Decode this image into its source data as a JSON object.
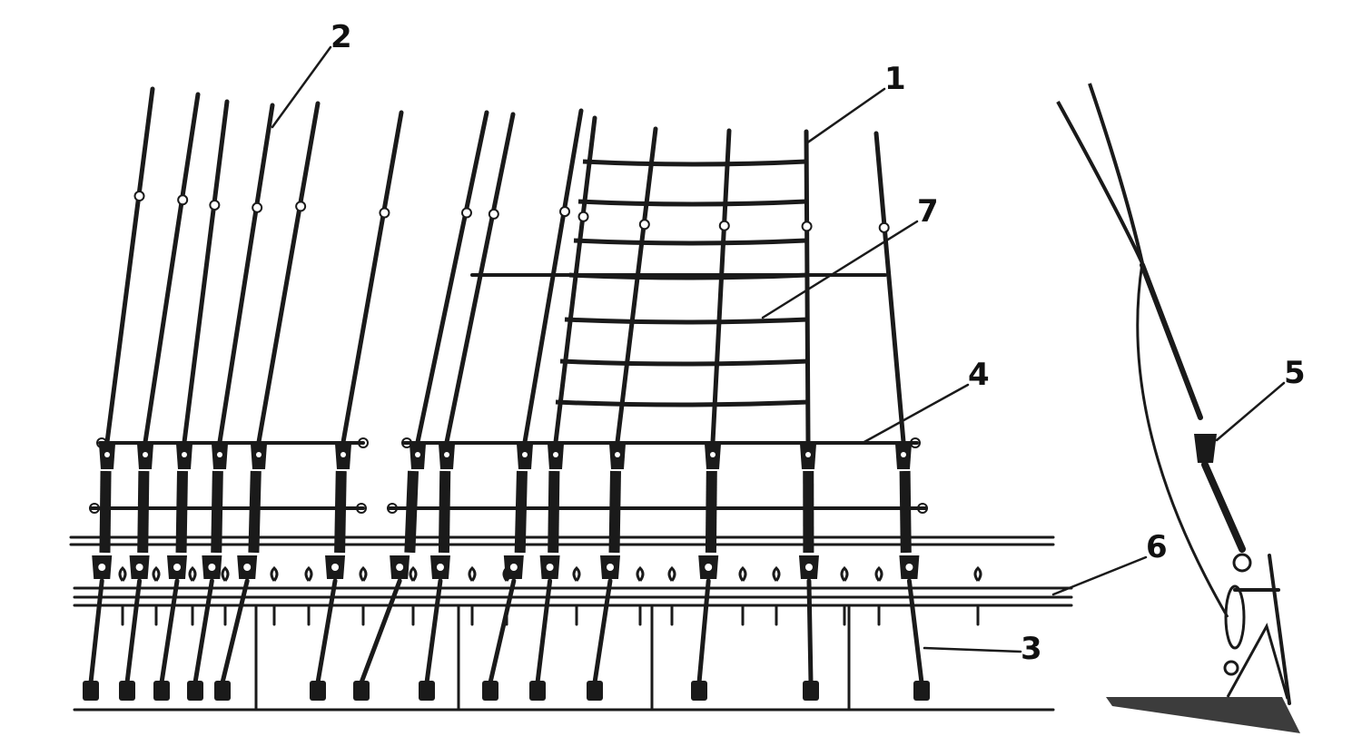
{
  "figure": {
    "callouts": [
      {
        "id": "1",
        "text": "1"
      },
      {
        "id": "2",
        "text": "2"
      },
      {
        "id": "3",
        "text": "3"
      },
      {
        "id": "4",
        "text": "4"
      },
      {
        "id": "5",
        "text": "5"
      },
      {
        "id": "6",
        "text": "6"
      },
      {
        "id": "7",
        "text": "7"
      }
    ]
  },
  "colors": {
    "ink": "#1a1a1a",
    "paper": "#ffffff"
  }
}
